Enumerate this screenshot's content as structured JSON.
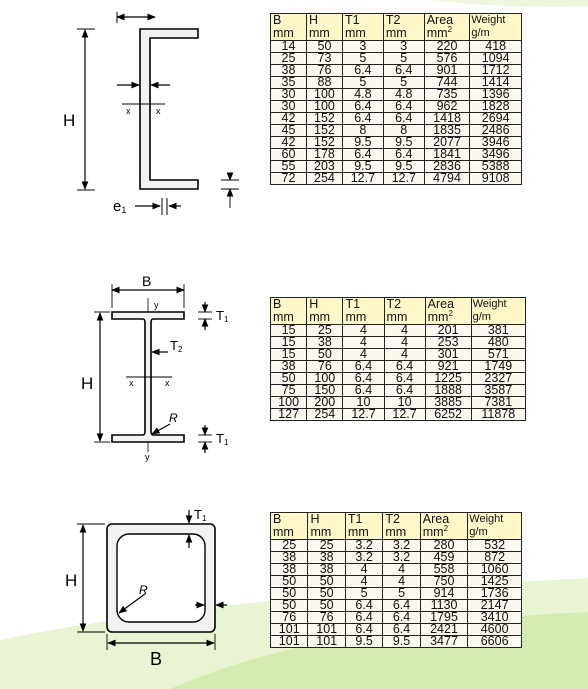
{
  "columns": {
    "b": "B",
    "h": "H",
    "t1": "T1",
    "t2": "T2",
    "area": "Area",
    "weight": "Weight",
    "unit_mm": "mm",
    "unit_area": "mm",
    "unit_area_exp": "2",
    "unit_weight": "g/m"
  },
  "channel": {
    "labels": {
      "h": "H",
      "x_left": "x",
      "x_right": "x",
      "e1": "e",
      "e1_sub": "1"
    },
    "rows": [
      [
        "14",
        "50",
        "3",
        "3",
        "220",
        "418"
      ],
      [
        "25",
        "73",
        "5",
        "5",
        "576",
        "1094"
      ],
      [
        "38",
        "76",
        "6.4",
        "6.4",
        "901",
        "1712"
      ],
      [
        "35",
        "88",
        "5",
        "5",
        "744",
        "1414"
      ],
      [
        "30",
        "100",
        "4.8",
        "4.8",
        "735",
        "1396"
      ],
      [
        "30",
        "100",
        "6.4",
        "6.4",
        "962",
        "1828"
      ],
      [
        "42",
        "152",
        "6.4",
        "6.4",
        "1418",
        "2694"
      ],
      [
        "45",
        "152",
        "8",
        "8",
        "1835",
        "2486"
      ],
      [
        "42",
        "152",
        "9.5",
        "9.5",
        "2077",
        "3946"
      ],
      [
        "60",
        "178",
        "6.4",
        "6.4",
        "1841",
        "3496"
      ],
      [
        "55",
        "203",
        "9.5",
        "9.5",
        "2836",
        "5388"
      ],
      [
        "72",
        "254",
        "12.7",
        "12.7",
        "4794",
        "9108"
      ]
    ]
  },
  "ibeam": {
    "labels": {
      "b": "B",
      "h": "H",
      "y_top": "y",
      "y_bottom": "y",
      "x_left": "x",
      "x_right": "x",
      "r": "R",
      "t1_top": "T",
      "t1_top_sub": "1",
      "t2": "T",
      "t2_sub": "2",
      "t1_bottom": "T",
      "t1_bottom_sub": "1"
    },
    "rows": [
      [
        "15",
        "25",
        "4",
        "4",
        "201",
        "381"
      ],
      [
        "15",
        "38",
        "4",
        "4",
        "253",
        "480"
      ],
      [
        "15",
        "50",
        "4",
        "4",
        "301",
        "571"
      ],
      [
        "38",
        "76",
        "6.4",
        "6.4",
        "921",
        "1749"
      ],
      [
        "50",
        "100",
        "6.4",
        "6.4",
        "1225",
        "2327"
      ],
      [
        "75",
        "150",
        "6.4",
        "6.4",
        "1888",
        "3587"
      ],
      [
        "100",
        "200",
        "10",
        "10",
        "3885",
        "7381"
      ],
      [
        "127",
        "254",
        "12.7",
        "12.7",
        "6252",
        "11878"
      ]
    ]
  },
  "square": {
    "labels": {
      "h": "H",
      "b": "B",
      "r": "R",
      "t1": "T",
      "t1_sub": "1"
    },
    "rows": [
      [
        "25",
        "25",
        "3.2",
        "3.2",
        "280",
        "532"
      ],
      [
        "38",
        "38",
        "3.2",
        "3.2",
        "459",
        "872"
      ],
      [
        "38",
        "38",
        "4",
        "4",
        "558",
        "1060"
      ],
      [
        "50",
        "50",
        "4",
        "4",
        "750",
        "1425"
      ],
      [
        "50",
        "50",
        "5",
        "5",
        "914",
        "1736"
      ],
      [
        "50",
        "50",
        "6.4",
        "6.4",
        "1130",
        "2147"
      ],
      [
        "76",
        "76",
        "6.4",
        "6.4",
        "1795",
        "3410"
      ],
      [
        "101",
        "101",
        "6.4",
        "6.4",
        "2421",
        "4600"
      ],
      [
        "101",
        "101",
        "9.5",
        "9.5",
        "3477",
        "6606"
      ]
    ]
  },
  "colors": {
    "wave_light": "#e9f5d2",
    "wave_mid": "#d4ecb0",
    "header_bg": "#fff7c8",
    "cell_bg": "#fbf8ee"
  }
}
